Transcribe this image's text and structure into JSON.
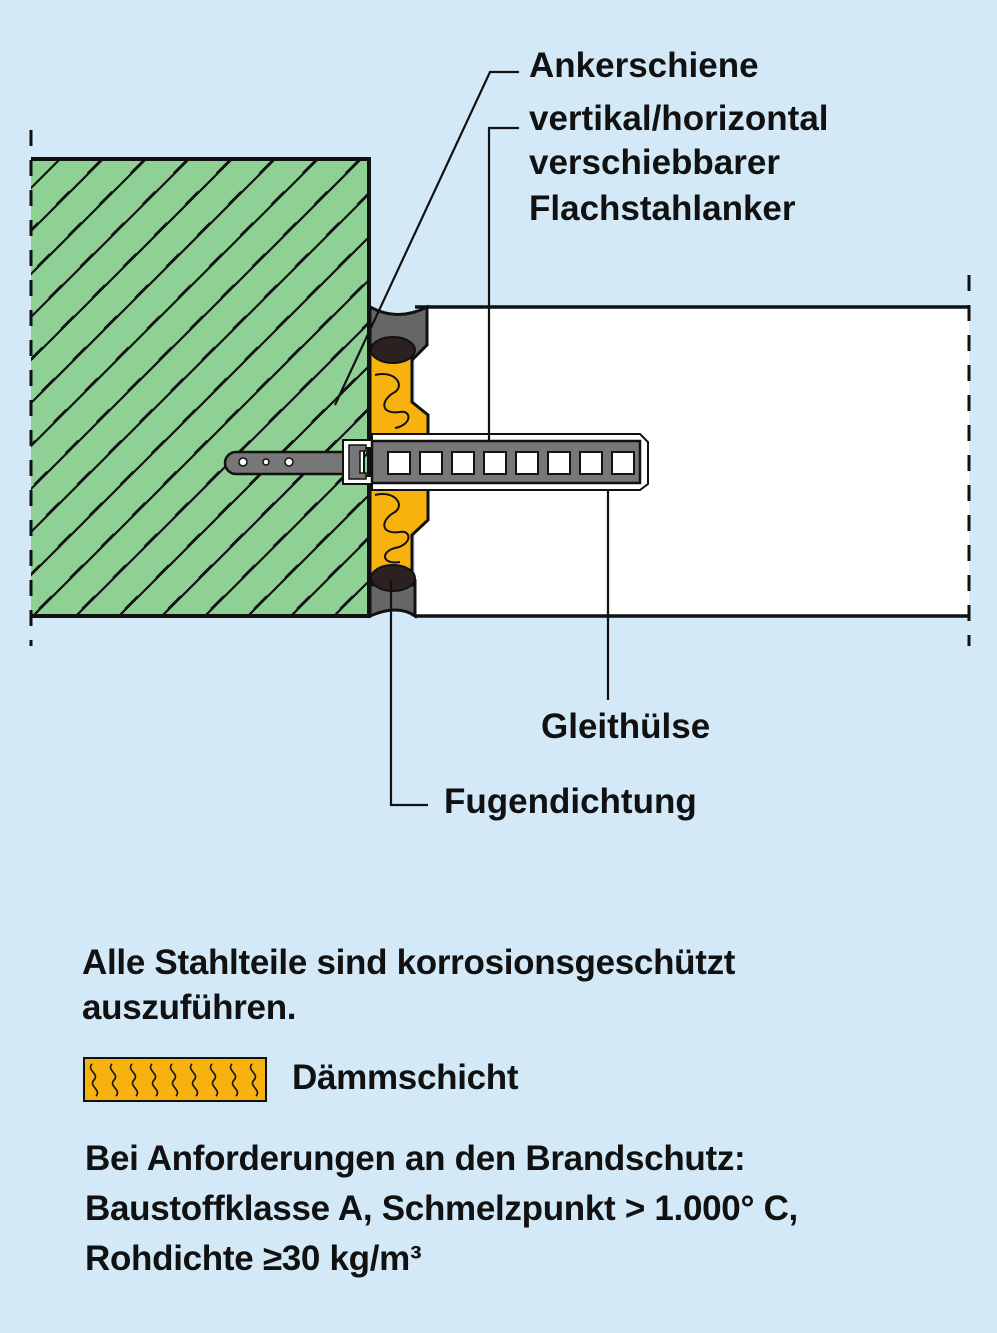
{
  "colors": {
    "background": "#d3e9f7",
    "wall": "#8fd095",
    "insulation": "#f8b20d",
    "seal": "#2b2120",
    "joint_grey": "#666666",
    "anchor": "#777777",
    "panel": "#ffffff"
  },
  "labels": {
    "ankerschiene": "Ankerschiene",
    "flachstahlanker": [
      "vertikal/horizontal",
      "verschiebbarer",
      "Flachstahlanker"
    ],
    "gleithuelse": "Gleithülse",
    "fugendichtung": "Fugendichtung"
  },
  "notes": {
    "corrosion": [
      "Alle Stahlteile sind korrosionsgeschützt",
      "auszuführen."
    ],
    "legend_label": "Dämmschicht",
    "fire": [
      "Bei Anforderungen an den Brandschutz:",
      "Baustoffklasse A, Schmelzpunkt > 1.000° C,",
      "Rohdichte ≥30 kg/m³"
    ]
  }
}
